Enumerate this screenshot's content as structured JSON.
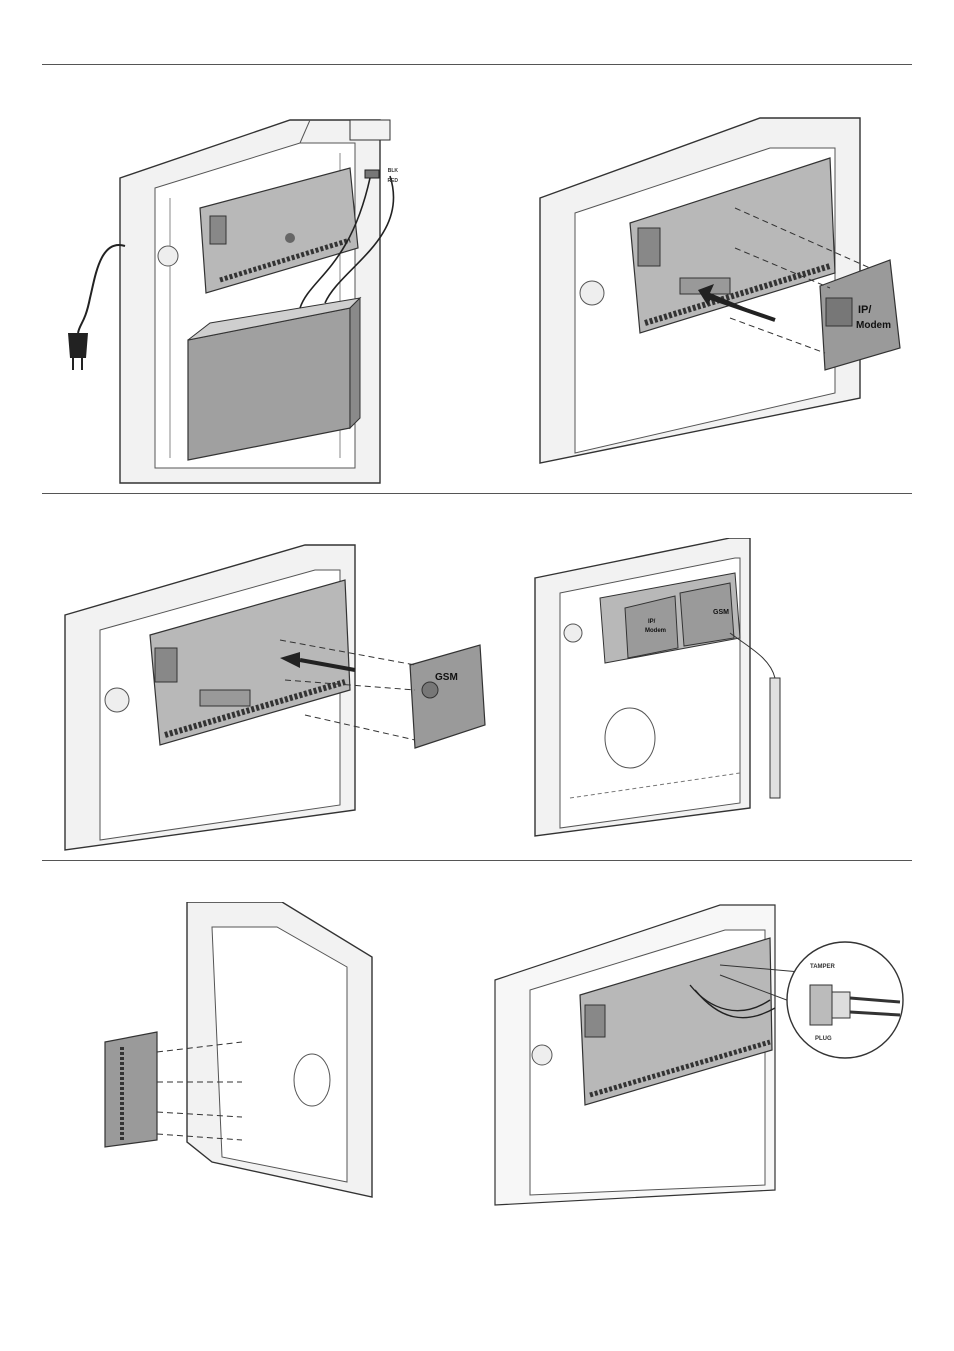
{
  "figures": [
    {
      "id": "fig1",
      "labels": {
        "wire_a": "BLK",
        "wire_b": "RED"
      }
    },
    {
      "id": "fig2",
      "labels": {
        "module_line1": "IP/",
        "module_line2": "Modem"
      }
    },
    {
      "id": "fig3",
      "labels": {
        "module": "GSM"
      }
    },
    {
      "id": "fig4",
      "labels": {
        "module_a_line1": "IP/",
        "module_a_line2": "Modem",
        "module_b": "GSM"
      }
    },
    {
      "id": "fig5",
      "labels": {}
    },
    {
      "id": "fig6",
      "labels": {
        "connector_top": "TAMPER",
        "connector_bottom": "PLUG"
      }
    }
  ],
  "colors": {
    "module_fill": "#9a9a9a",
    "panel_fill": "#b8b8b8",
    "housing_fill": "#f2f2f2",
    "line": "#333333"
  }
}
